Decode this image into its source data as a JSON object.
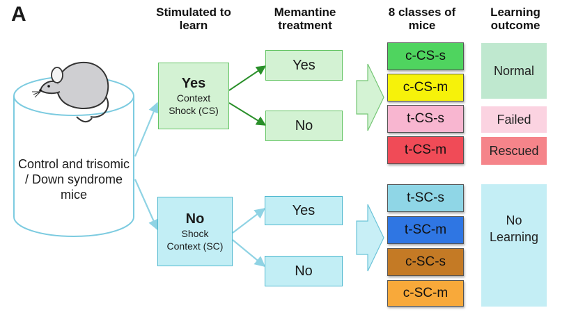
{
  "panel_label": "A",
  "headers": {
    "stimulated": "Stimulated to learn",
    "memantine": "Memantine treatment",
    "classes": "8 classes of mice",
    "outcome": "Learning outcome"
  },
  "cylinder_text": "Control and trisomic / Down syndrome mice",
  "stim_yes": {
    "title": "Yes",
    "line1": "Context",
    "line2": "Shock (CS)"
  },
  "stim_no": {
    "title": "No",
    "line1": "Shock",
    "line2": "Context (SC)"
  },
  "treatment": {
    "yes": "Yes",
    "no": "No"
  },
  "classes": [
    {
      "label": "c-CS-s",
      "color": "#4fd45f"
    },
    {
      "label": "c-CS-m",
      "color": "#f6f20a"
    },
    {
      "label": "t-CS-s",
      "color": "#f8b6d0"
    },
    {
      "label": "t-CS-m",
      "color": "#f04b57"
    },
    {
      "label": "t-SC-s",
      "color": "#8fd6e6"
    },
    {
      "label": "t-SC-m",
      "color": "#2f76e3"
    },
    {
      "label": "c-SC-s",
      "color": "#c47a25"
    },
    {
      "label": "c-SC-m",
      "color": "#f8a93a"
    }
  ],
  "outcomes": {
    "normal": "Normal",
    "failed": "Failed",
    "rescued": "Rescued",
    "no_learning_1": "No",
    "no_learning_2": "Learning"
  }
}
